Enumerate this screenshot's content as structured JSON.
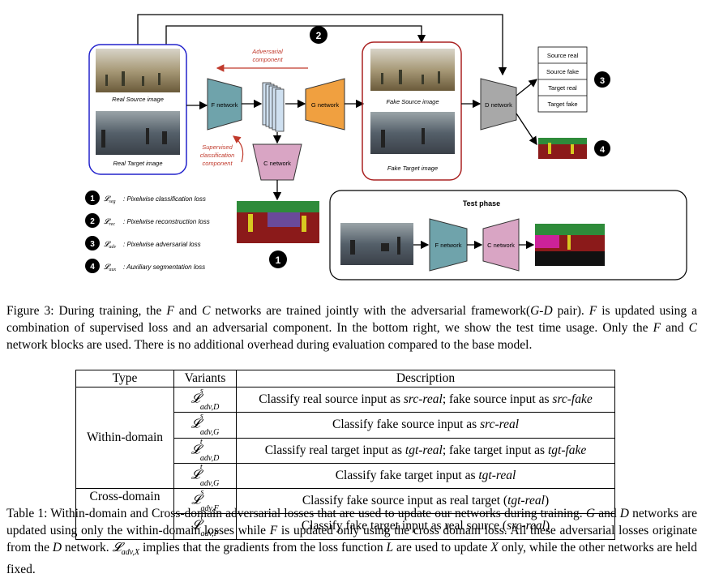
{
  "figure": {
    "labels": {
      "real_source": "Real Source image",
      "real_target": "Real Target image",
      "fake_source": "Fake Source image",
      "fake_target": "Fake Target image",
      "f_network": "F network",
      "g_network": "G network",
      "d_network": "D network",
      "c_network": "C network",
      "adversarial": "Adversarial component",
      "adv_line1": "Adversarial",
      "adv_line2": "component",
      "sup_line1": "Supervised",
      "sup_line2": "classification",
      "sup_line3": "component",
      "test_phase": "Test phase",
      "test_f": "F network",
      "test_c": "C network"
    },
    "d_outputs": [
      "Source real",
      "Source fake",
      "Target real",
      "Target fake"
    ],
    "markers": {
      "two": "2",
      "three": "3",
      "four": "4",
      "one": "1"
    },
    "legend": [
      {
        "num": "1",
        "sym": "seg",
        "text": ": Pixelwise classification loss"
      },
      {
        "num": "2",
        "sym": "rec",
        "text": ": Pixelwise reconstruction loss"
      },
      {
        "num": "3",
        "sym": "adv",
        "text": ": Pixelwise adversarial loss"
      },
      {
        "num": "4",
        "sym": "aux",
        "text": ": Auxiliary segmentation loss"
      }
    ],
    "colors": {
      "f_net": "#6fa3ab",
      "g_net": "#f0a040",
      "d_net": "#a8a8a8",
      "c_net": "#d9a5c4",
      "real_box": "#2222cc",
      "fake_box": "#aa2222",
      "accent_red": "#c0392b"
    }
  },
  "fig_caption": {
    "prefix": "Figure 3: During training, the ",
    "F": "F",
    "and": " and ",
    "C": "C",
    "p1": " networks are trained jointly with the adversarial framework(",
    "GD": "G-D",
    "p2": " pair). ",
    "F2": "F",
    "p3": " is updated using a combination of supervised loss and an adversarial component. In the bottom right, we show the test time usage. Only the ",
    "F3": "F",
    "and2": " and ",
    "C2": "C",
    "p4": " network blocks are used. There is no additional overhead during evaluation compared to the base model."
  },
  "table": {
    "headers": [
      "Type",
      "Variants",
      "Description"
    ],
    "within_label": "Within-domain",
    "cross_label": "Cross-domain",
    "rows": [
      {
        "sup": "s",
        "sub": "adv,D",
        "desc_a": "Classify real source input as ",
        "it1": "src-real",
        "desc_b": "; fake source input as ",
        "it2": "src-fake",
        "desc_c": ""
      },
      {
        "sup": "s",
        "sub": "adv,G",
        "desc_a": "Classify fake source input as ",
        "it1": "src-real",
        "desc_b": "",
        "it2": "",
        "desc_c": ""
      },
      {
        "sup": "t",
        "sub": "adv,D",
        "desc_a": "Classify real target input as ",
        "it1": "tgt-real",
        "desc_b": "; fake target input as ",
        "it2": "tgt-fake",
        "desc_c": ""
      },
      {
        "sup": "t",
        "sub": "adv,G",
        "desc_a": "Classify fake target input as ",
        "it1": "tgt-real",
        "desc_b": "",
        "it2": "",
        "desc_c": ""
      },
      {
        "sup": "s",
        "sub": "adv,F",
        "desc_a": "Classify fake source input as real target (",
        "it1": "tgt-real",
        "desc_b": ")",
        "it2": "",
        "desc_c": ""
      },
      {
        "sup": "t",
        "sub": "adv,F",
        "desc_a": "Classify fake target input as real source (",
        "it1": "src-real",
        "desc_b": ")",
        "it2": "",
        "desc_c": ""
      }
    ]
  },
  "tab_caption": {
    "p1": "Table 1: Within-domain and Cross-domain adversarial losses that are used to update our networks during training. ",
    "G": "G",
    "and": " and ",
    "D": "D",
    "p2": " networks are updated using only the within-domain losses while ",
    "F": "F",
    "p3": " is updated only using the cross domain loss. All these adversarial losses originate from the ",
    "D2": "D",
    "p4": " network. ",
    "Lsym": "adv,X",
    "p5": " implies that the gradients from the loss function ",
    "L": "L",
    "p6": " are used to update ",
    "X": "X",
    "p7": " only, while the other networks are held fixed."
  }
}
